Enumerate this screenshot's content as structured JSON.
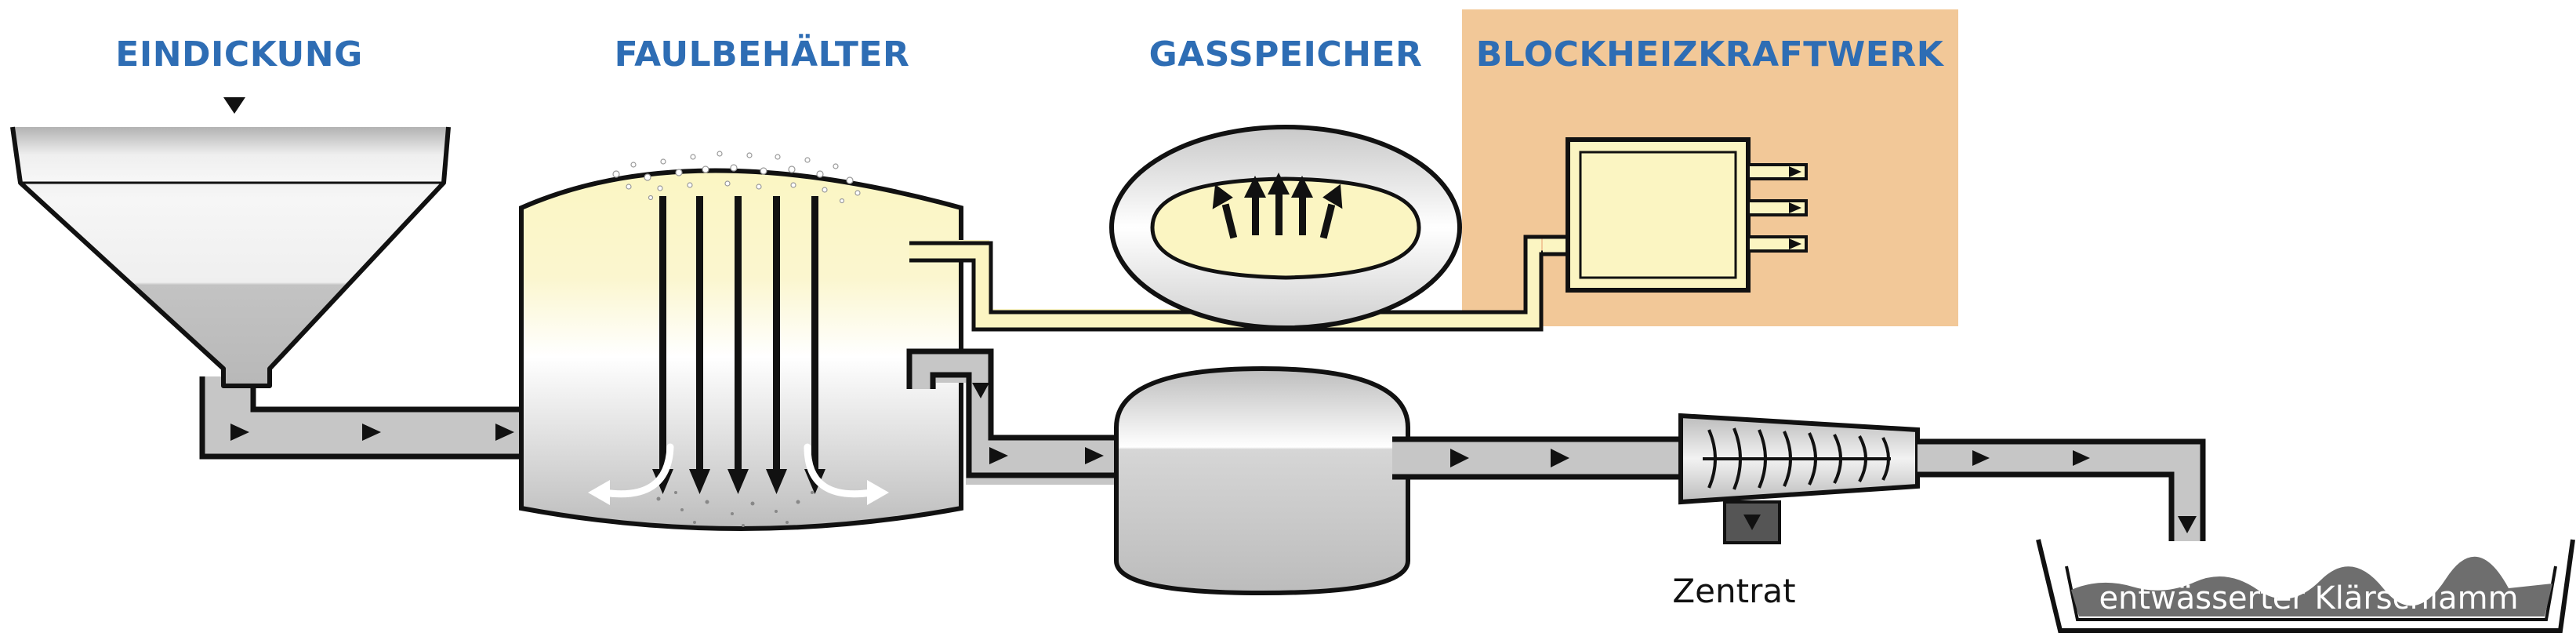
{
  "titles": {
    "thickening": "EINDICKUNG",
    "digester": "FAULBEHÄLTER",
    "gas_storage": "GASSPEICHER",
    "chp_plant": "BLOCKHEIZKRAFTWERK"
  },
  "labels": {
    "centrate": "Zentrat",
    "dewatered_sludge": "entwässerter Klärschlamm"
  },
  "colors": {
    "title_blue": "#2e6db4",
    "chp_background": "#f2c898",
    "gas_yellow": "#fbf5c2",
    "outline": "#111111",
    "vessel_gray": "#c8c8c8"
  }
}
